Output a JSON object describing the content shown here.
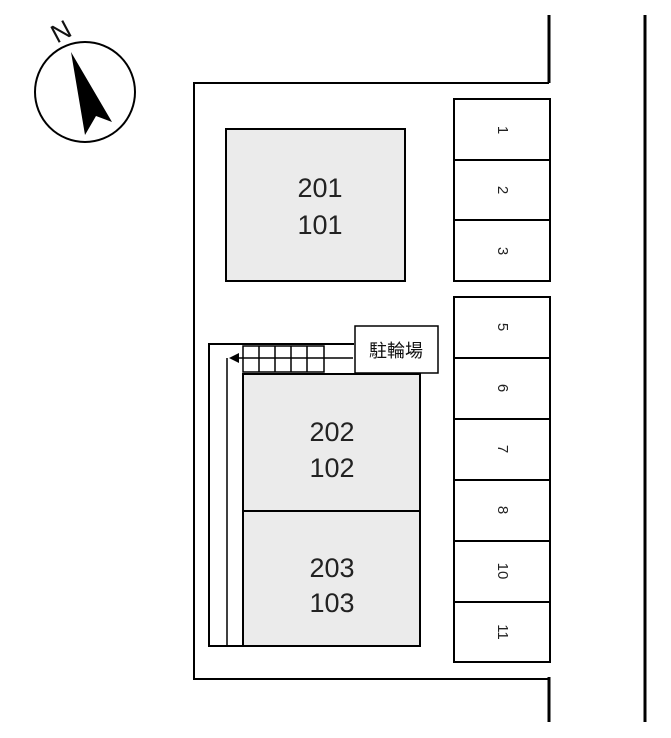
{
  "compass": {
    "north_label": "N",
    "icon": "north-arrow-icon"
  },
  "buildings": [
    {
      "upper": "201",
      "lower": "101"
    },
    {
      "upper": "202",
      "lower": "102"
    },
    {
      "upper": "203",
      "lower": "103"
    }
  ],
  "bicycle_parking": {
    "label": "駐輪場"
  },
  "parking_slots": [
    "1",
    "2",
    "3",
    "5",
    "6",
    "7",
    "8",
    "10",
    "11"
  ],
  "colors": {
    "building_fill": "#ebebeb",
    "line": "#000000",
    "background": "#ffffff"
  }
}
